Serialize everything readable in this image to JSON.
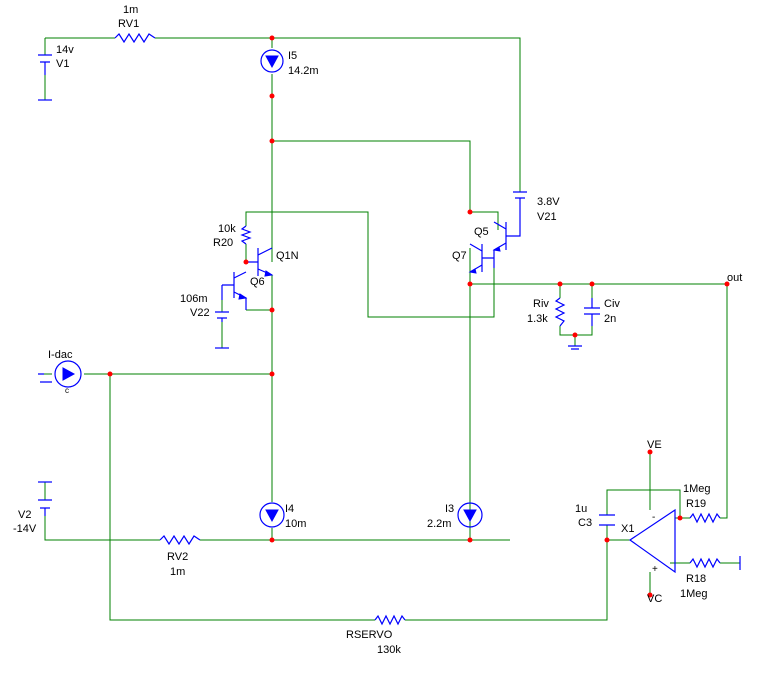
{
  "labels": {
    "rv1_val": "1m",
    "rv1_name": "RV1",
    "v1_val": "14v",
    "v1_name": "V1",
    "i5_name": "I5",
    "i5_val": "14.2m",
    "r20_val": "10k",
    "r20_name": "R20",
    "q1n": "Q1N",
    "q6": "Q6",
    "v22_val": "106m",
    "v22_name": "V22",
    "v21_val": "3.8V",
    "v21_name": "V21",
    "q5": "Q5",
    "q7": "Q7",
    "riv_name": "Riv",
    "riv_val": "1.3k",
    "civ_name": "Civ",
    "civ_val": "2n",
    "out": "out",
    "idac": "I-dac",
    "idac_sub": "c",
    "v2_name": "V2",
    "v2_val": "-14V",
    "rv2_name": "RV2",
    "rv2_val": "1m",
    "i4_name": "I4",
    "i4_val": "10m",
    "i3_name": "I3",
    "i3_val": "2.2m",
    "ve": "VE",
    "c3_val": "1u",
    "c3_name": "C3",
    "x1": "X1",
    "r19_val": "1Meg",
    "r19_name": "R19",
    "r18_name": "R18",
    "r18_val": "1Meg",
    "vc": "VC",
    "rservo_name": "RSERVO",
    "rservo_val": "130k",
    "minus": "-",
    "plus": "+"
  },
  "colors": {
    "wire": "#008000",
    "component": "#0000ff",
    "node": "#ff0000",
    "text": "#000000"
  }
}
